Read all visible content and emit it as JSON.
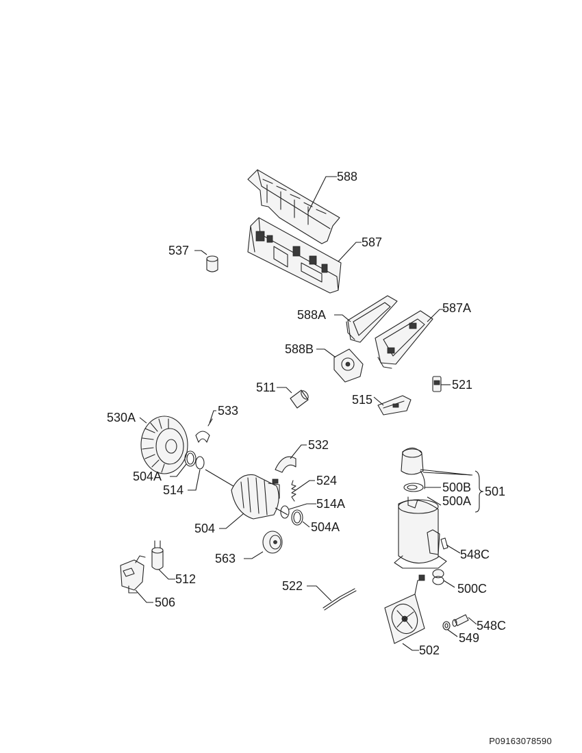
{
  "document_id": "P09163078590",
  "labels": {
    "p588": "588",
    "p587": "587",
    "p537": "537",
    "p588A": "588A",
    "p587A": "587A",
    "p588B": "588B",
    "p511": "511",
    "p521": "521",
    "p515": "515",
    "p530A": "530A",
    "p533": "533",
    "p532": "532",
    "p504A_left": "504A",
    "p514": "514",
    "p524": "524",
    "p514A": "514A",
    "p504": "504",
    "p504A_right": "504A",
    "p563": "563",
    "p512": "512",
    "p506": "506",
    "p522": "522",
    "p501": "501",
    "p500B": "500B",
    "p500A": "500A",
    "p548C_top": "548C",
    "p500C": "500C",
    "p548C_bottom": "548C",
    "p549": "549",
    "p502": "502"
  }
}
